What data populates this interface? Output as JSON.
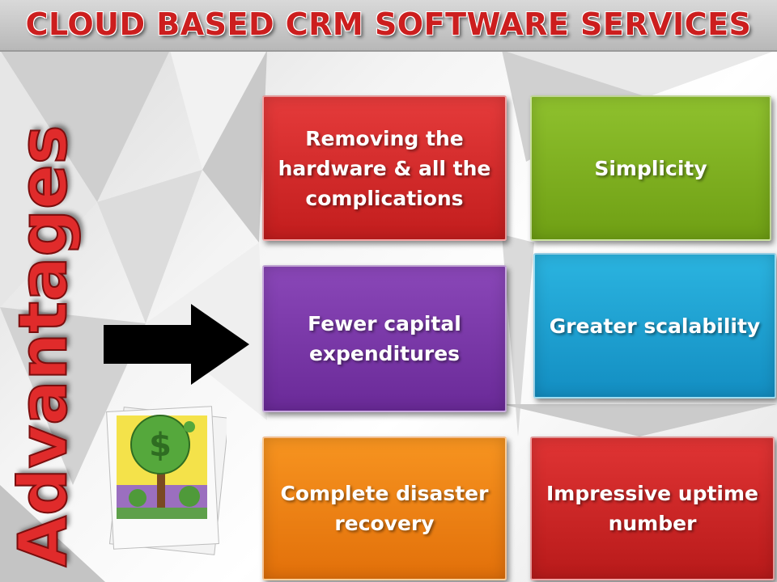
{
  "title": "CLOUD BASED CRM SOFTWARE SERVICES",
  "side_label": "Advantages",
  "cards": [
    {
      "text": "Removing the hardware & all the complications",
      "color": "#d32b2b"
    },
    {
      "text": "Simplicity",
      "color": "#80b021"
    },
    {
      "text": "Fewer capital expenditures",
      "color": "#7a38a8"
    },
    {
      "text": "Greater scalability",
      "color": "#1fa2d2"
    },
    {
      "text": "Complete disaster recovery",
      "color": "#f08215"
    },
    {
      "text": "Impressive uptime number",
      "color": "#cc2727"
    }
  ],
  "colors": {
    "title": "#cc1e1e",
    "side_label": "#e02b2b",
    "arrow": "#000000"
  },
  "icons": {
    "arrow": "right-arrow-icon",
    "illustration": "money-tree-icon"
  }
}
